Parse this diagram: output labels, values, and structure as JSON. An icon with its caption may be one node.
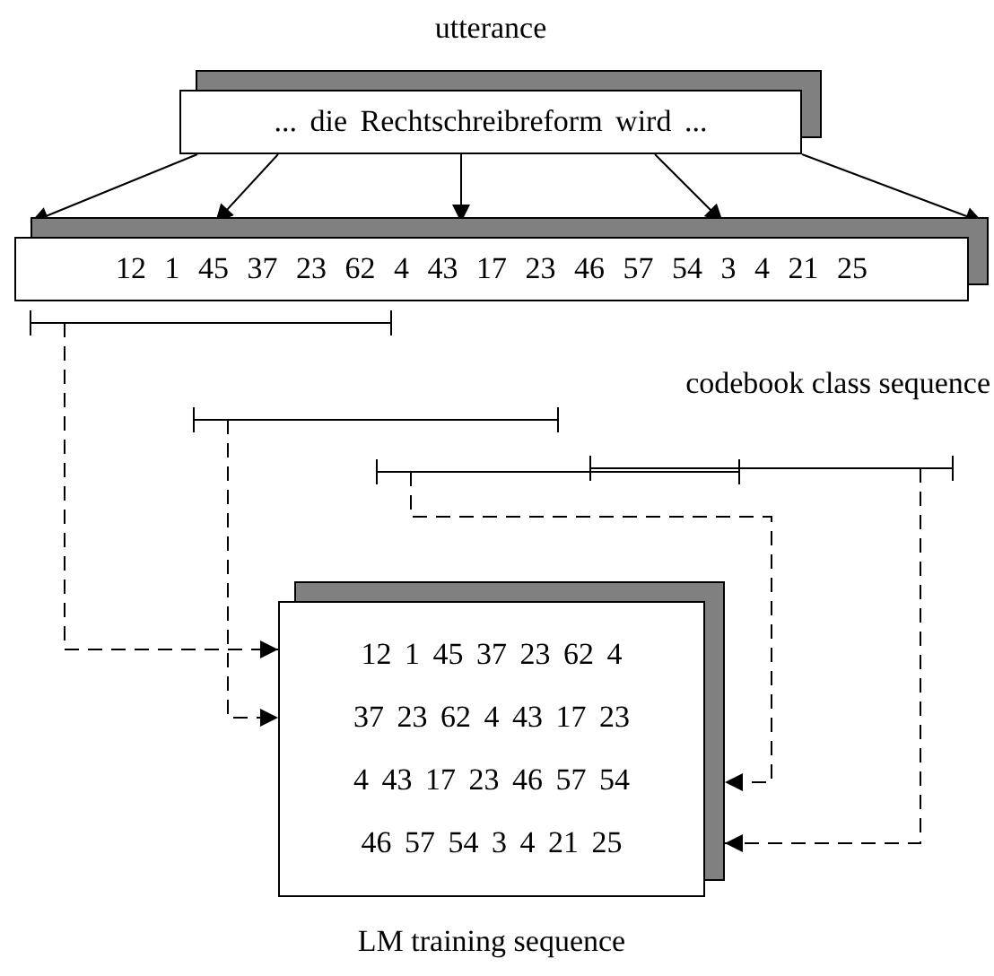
{
  "diagram": {
    "nodes": [
      {
        "text": [
          "utterance",
          "... die Rechtschreibreform wird ..."
        ]
      },
      {
        "text": [
          "12 1 45 37 23 62 4 43 17 23 46 57 54 3 4 21 25",
          "codebook class sequence"
        ]
      },
      {
        "text": [],
        "shape": "bar"
      },
      {
        "text": [],
        "shape": "bar"
      },
      {
        "text": [],
        "shape": "bar"
      },
      {
        "text": [],
        "shape": "bar"
      },
      {
        "text": [
          "12 1 45 37 23 62 4",
          "37 23 62 4 43 17 23",
          "4 43 17 23 46 57 54",
          "46 57 54 3 4 21 25",
          "LM training sequence"
        ]
      }
    ],
    "edges": [
      {
        "from": 0,
        "to": 1,
        "arrow": "to"
      },
      {
        "from": 0,
        "to": 1,
        "arrow": "to"
      },
      {
        "from": 0,
        "to": 1,
        "arrow": "to"
      },
      {
        "from": 0,
        "to": 1,
        "arrow": "to"
      },
      {
        "from": 0,
        "to": 1,
        "arrow": "to"
      },
      {
        "from": 2,
        "to": 6,
        "arrow": "to",
        "style": "dashed"
      },
      {
        "from": 3,
        "to": 6,
        "arrow": "to",
        "style": "dashed"
      },
      {
        "from": 4,
        "to": 6,
        "arrow": "to",
        "style": "dashed"
      },
      {
        "from": 5,
        "to": 6,
        "arrow": "to",
        "style": "dashed"
      }
    ]
  }
}
